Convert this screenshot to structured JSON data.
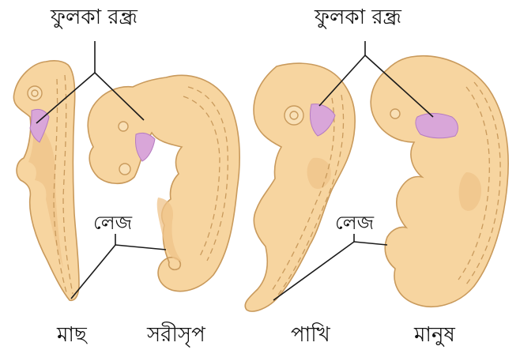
{
  "labels": {
    "gill_slit_left": "ফুলকা রন্ধ্র",
    "gill_slit_right": "ফুলকা রন্ধ্র",
    "tail_left": "লেজ",
    "tail_right": "লেজ",
    "fish": "মাছ",
    "reptile": "সরীসৃপ",
    "bird": "পাখি",
    "human": "মানুষ"
  },
  "colors": {
    "embryo_fill": "#f7d5a0",
    "embryo_outline": "#c99a5c",
    "gill_region": "#d9a6d9",
    "leader_line": "#1a1a1a"
  }
}
